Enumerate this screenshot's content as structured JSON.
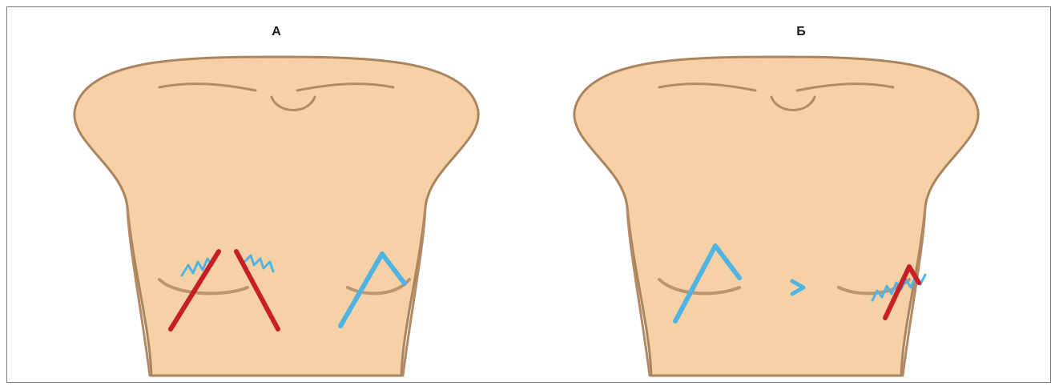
{
  "panels": [
    {
      "id": "a",
      "label": "А"
    },
    {
      "id": "b",
      "label": "Б"
    }
  ],
  "colors": {
    "skin": "#f6d1a6",
    "outline": "#a98560",
    "red_incision": "#c62026",
    "blue_incision": "#4fb3e3",
    "frame_border": "#7a7a7a"
  },
  "icons": [
    "torso-illustration",
    "red-incision-line",
    "blue-incision-line",
    "blue-zigzag-mark",
    "greater-than-symbol"
  ]
}
